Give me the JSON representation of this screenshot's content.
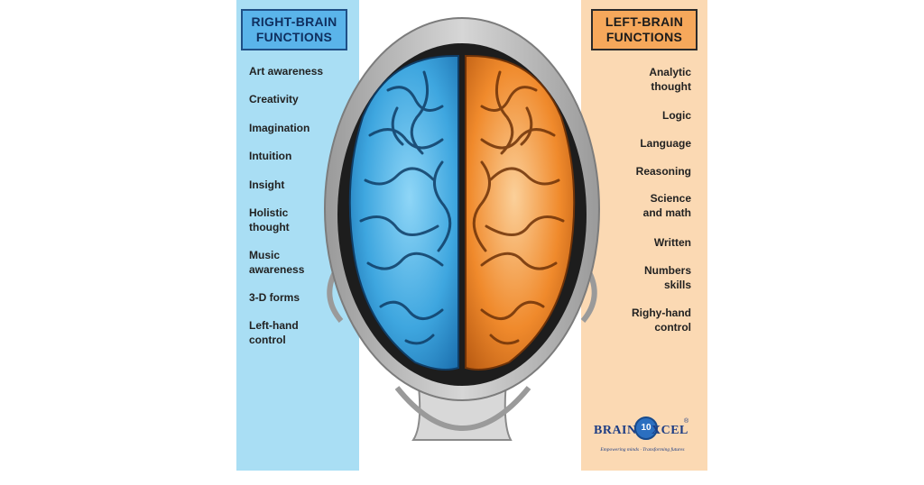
{
  "right_panel": {
    "title_line1": "RIGHT-BRAIN",
    "title_line2": "FUNCTIONS",
    "items": [
      "Art awareness",
      "Creativity",
      "Imagination",
      "Intuition",
      "Insight",
      "Holistic\nthought",
      "Music\nawareness",
      "3-D forms",
      "Left-hand\ncontrol"
    ]
  },
  "left_panel": {
    "title_line1": "LEFT-BRAIN",
    "title_line2": "FUNCTIONS",
    "items": [
      "Analytic\nthought",
      "Logic",
      "Language",
      "Reasoning",
      "Science\nand math",
      "Written",
      "Numbers\nskills",
      "Righy-hand\ncontrol"
    ]
  },
  "logo": {
    "word_left": "BRAIN",
    "badge": "10",
    "word_right": "XCEL",
    "registered": "®",
    "tagline": "Empowering minds · Transforming futures"
  },
  "colors": {
    "right_panel_bg": "#a9def4",
    "left_panel_bg": "#fbd9b3",
    "right_hemisphere": "#3fa7e0",
    "left_hemisphere": "#f08a2c",
    "skull": "#b8b8b8"
  }
}
